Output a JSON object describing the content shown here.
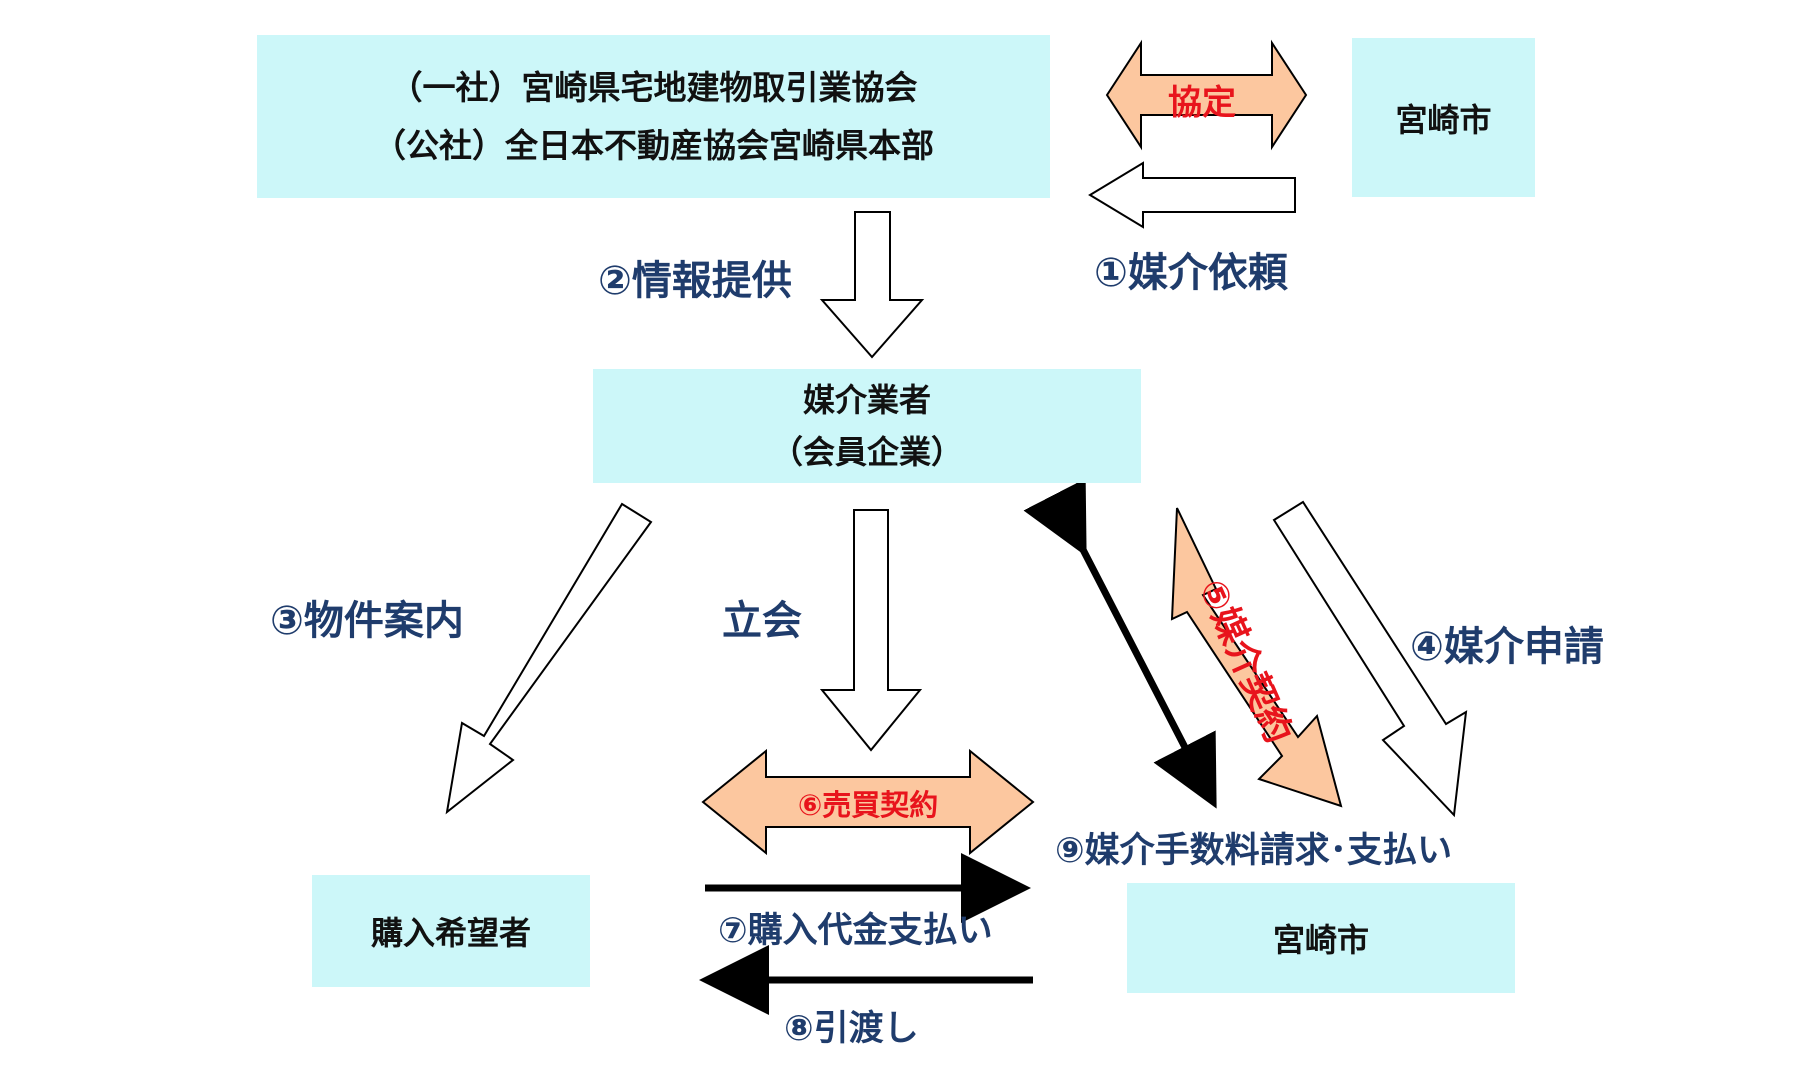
{
  "boxes": {
    "associations": {
      "line1": "（一社）宮崎県宅地建物取引業協会",
      "line2": "（公社）全日本不動産協会宮崎県本部"
    },
    "city_top": "宮崎市",
    "broker": {
      "line1": "媒介業者",
      "line2": "（会員企業）"
    },
    "buyer": "購入希望者",
    "city_bottom": "宮崎市"
  },
  "arrows": {
    "agreement": "協定",
    "mediation_request": "①媒介依頼",
    "info_provision": "②情報提供",
    "property_guide": "③物件案内",
    "witness": "立会",
    "mediation_application": "④媒介申請",
    "mediation_contract": "⑤媒介契約",
    "sales_contract": "⑥売買契約",
    "purchase_payment": "⑦購入代金支払い",
    "handover": "⑧引渡し",
    "fee_request": "⑨媒介手数料請求･支払い"
  },
  "colors": {
    "box_fill": "#ccf7f9",
    "contract_arrow_fill": "#fcc79f",
    "label_text": "#1f3c6c",
    "contract_text": "#e8141c",
    "outline_arrow": "#000000"
  }
}
